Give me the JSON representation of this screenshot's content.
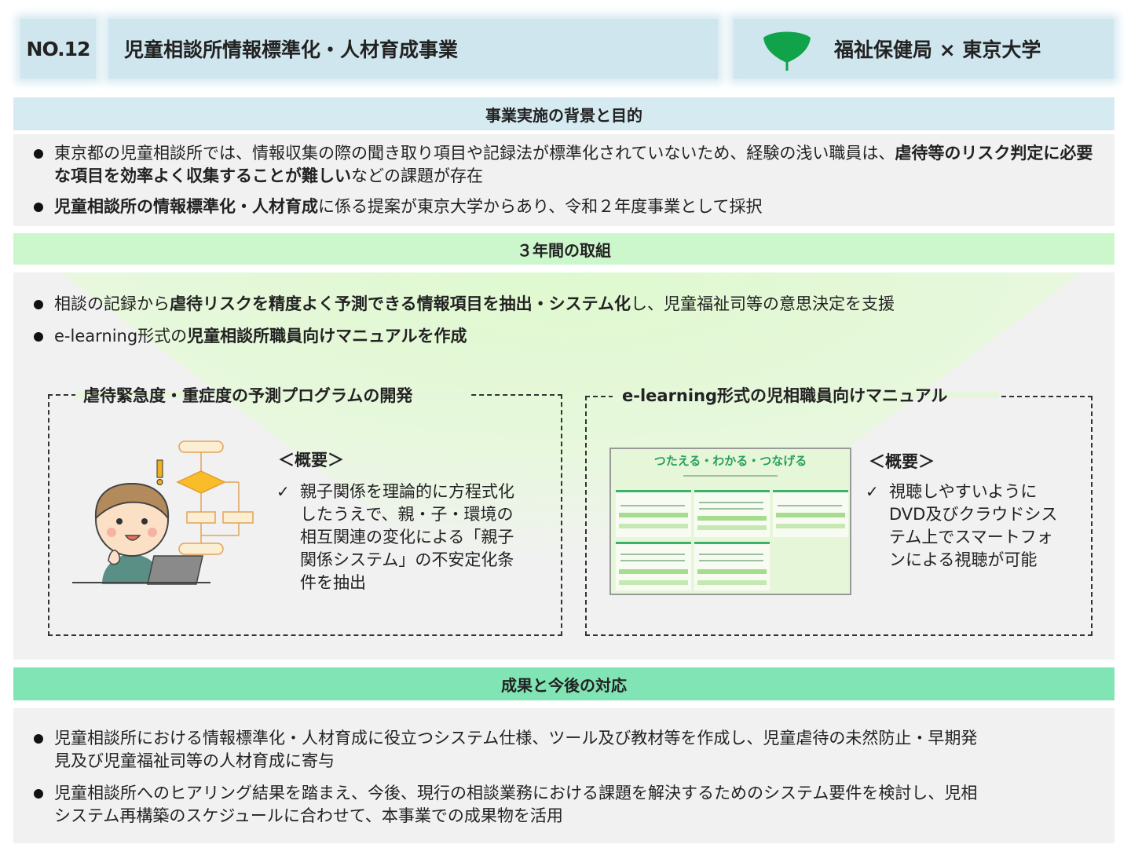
{
  "header": {
    "number": "NO.12",
    "title": "児童相談所情報標準化・人材育成事業",
    "organization": "福祉保健局 × 東京大学"
  },
  "section1": {
    "heading": "事業実施の背景と目的",
    "bullet1": {
      "text_a": "東京都の児童相談所では、情報収集の際の聞き取り項目や記録法が標準化されていないため、経験の浅い職員は、",
      "bold": "虐待等のリスク判定に必要な項目を効率よく収集することが難しい",
      "text_b": "などの課題が存在"
    },
    "bullet2": {
      "bold": "児童相談所の情報標準化・人材育成",
      "text": "に係る提案が東京大学からあり、令和２年度事業として採択"
    }
  },
  "section2": {
    "heading": "３年間の取組",
    "bullet1": {
      "text_a": "相談の記録から",
      "bold": "虐待リスクを精度よく予測できる情報項目を抽出・システム化",
      "text_b": "し、児童福祉司等の意思決定を支援"
    },
    "bullet2": {
      "text_a": "e-learning形式の",
      "bold": "児童相談所職員向けマニュアルを作成"
    },
    "box1": {
      "title": "虐待緊急度・重症度の予測プログラムの開発",
      "overview_label": "＜概要＞",
      "lines": [
        "親子関係を理論的に方程式化",
        "したうえで、親・子・環境の",
        "相互関連の変化による「親子",
        "関係システム」の不安定化条",
        "件を抽出"
      ]
    },
    "box2": {
      "title": "e-learning形式の児相職員向けマニュアル",
      "overview_label": "＜概要＞",
      "lines": [
        "視聴しやすいように",
        "DVD及びクラウドシス",
        "テム上でスマートフォ",
        "ンによる視聴が可能"
      ],
      "thumbnail_title": "つたえる・わかる・つなげる"
    }
  },
  "section3": {
    "heading": "成果と今後の対応",
    "bullet1": [
      "児童相談所における情報標準化・人材育成に役立つシステム仕様、ツール及び教材等を作成し、児童虐待の未然防止・早期発",
      "見及び児童福祉司等の人材育成に寄与"
    ],
    "bullet2": [
      "児童相談所へのヒアリング結果を踏まえ、今後、現行の相談業務における課題を解決するためのシステム要件を検討し、児相",
      "システム再構築のスケジュールに合わせて、本事業での成果物を活用"
    ]
  },
  "colors": {
    "header_bg": "#cfe6ef",
    "bar_background": "#d5ebf1",
    "bar_efforts": "#ccf7cc",
    "bar_results": "#80e4b4",
    "panel": "#f1f1f1",
    "ginkgo": "#10a34a"
  },
  "icons": [
    "ginkgo-logo-icon",
    "checkmark-icon",
    "bullet-dot-icon"
  ]
}
